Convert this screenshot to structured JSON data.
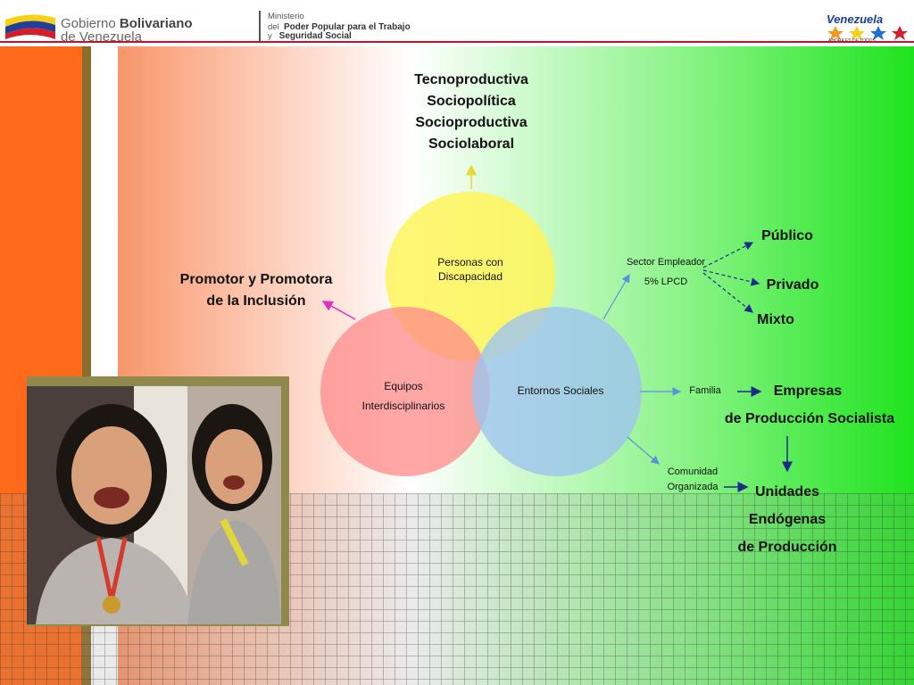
{
  "header": {
    "gov_line1_prefix": "Gobierno",
    "gov_line1_bold": "Bolivariano",
    "gov_line2": "de Venezuela",
    "ministry_line1": "Ministerio",
    "ministry_line2_prefix": "del",
    "ministry_line2": "Poder Popular para el Trabajo",
    "ministry_line3_prefix": "y",
    "ministry_line3": "Seguridad Social",
    "brand": "Venezuela",
    "tagline": "AHORA ES DE TODOS"
  },
  "circles": {
    "top": "Personas con Discapacidad",
    "left_line1": "Equipos",
    "left_line2": "Interdisciplinarios",
    "right": "Entornos Sociales"
  },
  "top_list": [
    "Tecnoproductiva",
    "Sociopolítica",
    "Socioproductiva",
    "Sociolaboral"
  ],
  "promotor": {
    "line1": "Promotor y Promotora",
    "line2": "de la Inclusión"
  },
  "sector": {
    "line1": "Sector Empleador",
    "line2": "5% LPCD"
  },
  "sector_targets": [
    "Público",
    "Privado",
    "Mixto"
  ],
  "familia": "Familia",
  "empresas": {
    "line1": "Empresas",
    "line2": "de Producción Socialista"
  },
  "comunidad": {
    "line1": "Comunidad",
    "line2": "Organizada"
  },
  "unidades": {
    "line1": "Unidades",
    "line2": "Endógenas",
    "line3": "de Producción"
  },
  "colors": {
    "circle_top": "#fff45a",
    "circle_left": "#ff8a8a",
    "circle_right": "#9ec4ef",
    "arrow_blue": "#5b8fe0",
    "arrow_navy": "#1d2b8c",
    "arrow_magenta": "#e030c0"
  }
}
